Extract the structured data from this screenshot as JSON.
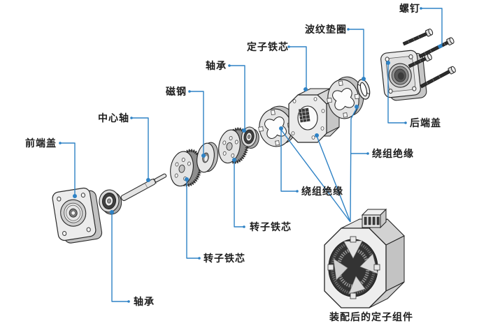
{
  "diagram": {
    "caption": "装配后的定子组件",
    "accent_color": "#2e82c5",
    "labels": {
      "screw": "螺钉",
      "wave_washer": "波纹垫圈",
      "stator_core": "定子铁芯",
      "bearing_top": "轴承",
      "magnet": "磁钢",
      "center_shaft": "中心轴",
      "front_end_cover": "前端盖",
      "rear_end_cover": "后端盖",
      "winding_insulation_right": "绕组绝缘",
      "winding_insulation_mid": "绕组绝缘",
      "rotor_core_mid": "转子铁芯",
      "rotor_core_left": "转子铁芯",
      "bearing_bottom": "轴承"
    }
  }
}
